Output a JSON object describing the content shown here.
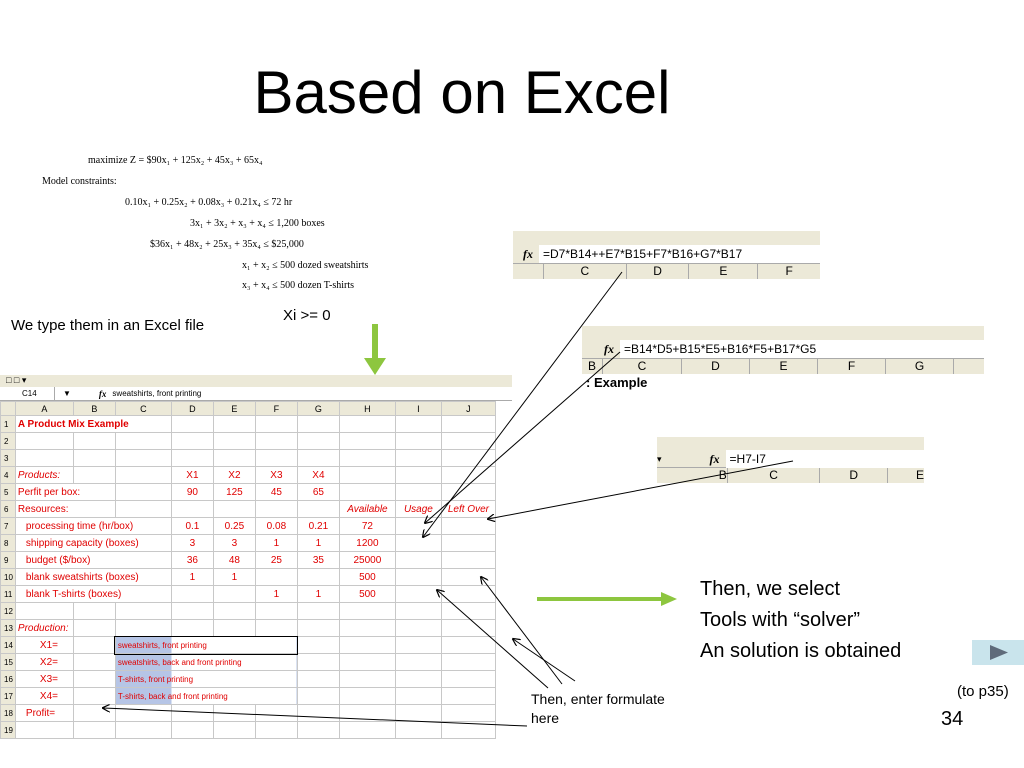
{
  "title": "Based on Excel",
  "model": {
    "objective": "maximize Z = $90x₁ + 125x₂ + 45x₃ + 65x₄",
    "constraints_label": "Model constraints:",
    "c1": "0.10x₁ + 0.25x₂ + 0.08x₃ + 0.21x₄ ≤ 72 hr",
    "c2": "3x₁ + 3x₂ + x₃ + x₄ ≤ 1,200 boxes",
    "c3": "$36x₁ + 48x₂ + 25x₃ + 35x₄ ≤ $25,000",
    "c4": "x₁ + x₂ ≤ 500 dozed sweatshirts",
    "c5": "x₃ + x₄ ≤ 500 dozen T-shirts",
    "nonneg": "Xi >= 0"
  },
  "note_left": "We type them in an Excel file",
  "pane1": {
    "formula": "=D7*B14++E7*B15+F7*B16+G7*B17",
    "cols": [
      "C",
      "D",
      "E",
      "F"
    ]
  },
  "pane2": {
    "formula": "=B14*D5+B15*E5+B16*F5+B17*G5",
    "cols": [
      "B",
      "C",
      "D",
      "E",
      "F",
      "G"
    ],
    "example": ": Example"
  },
  "pane3": {
    "formula": "=H7-I7",
    "cols": [
      "B",
      "C",
      "D",
      "E"
    ]
  },
  "right_text": {
    "l1": "Then, we select",
    "l2": "Tools with “solver”",
    "l3": "An solution is obtained"
  },
  "bottom_note": {
    "l1": "Then, enter formulate",
    "l2": "here"
  },
  "to_p35": "(to p35)",
  "page_number": "34",
  "sheet": {
    "name_box": "C14",
    "formula": "sweatshirts, front printing",
    "col_headers": [
      "A",
      "B",
      "C",
      "D",
      "E",
      "F",
      "G",
      "H",
      "I",
      "J"
    ],
    "rows": [
      "1",
      "2",
      "3",
      "4",
      "5",
      "6",
      "7",
      "8",
      "9",
      "10",
      "11",
      "12",
      "13",
      "14",
      "15",
      "16",
      "17",
      "18",
      "19"
    ],
    "r1": "A Product Mix Example",
    "r4": {
      "label": "Products:",
      "x1": "X1",
      "x2": "X2",
      "x3": "X3",
      "x4": "X4"
    },
    "r5": {
      "label": "Perfit per box:",
      "v1": "90",
      "v2": "125",
      "v3": "45",
      "v4": "65"
    },
    "r6": {
      "label": "Resources:",
      "avail": "Available",
      "usage": "Usage",
      "left": "Left Over"
    },
    "r7": {
      "label": "processing time (hr/box)",
      "v1": "0.1",
      "v2": "0.25",
      "v3": "0.08",
      "v4": "0.21",
      "h": "72"
    },
    "r8": {
      "label": "shipping capacity (boxes)",
      "v1": "3",
      "v2": "3",
      "v3": "1",
      "v4": "1",
      "h": "1200"
    },
    "r9": {
      "label": "budget ($/box)",
      "v1": "36",
      "v2": "48",
      "v3": "25",
      "v4": "35",
      "h": "25000"
    },
    "r10": {
      "label": "blank sweatshirts (boxes)",
      "v1": "1",
      "v2": "1",
      "h": "500"
    },
    "r11": {
      "label": "blank T-shirts (boxes)",
      "v3": "1",
      "v4": "1",
      "h": "500"
    },
    "r13": "Production:",
    "r14": {
      "label": "X1=",
      "desc": "sweatshirts, front printing"
    },
    "r15": {
      "label": "X2=",
      "desc": "sweatshirts, back and front printing"
    },
    "r16": {
      "label": "X3=",
      "desc": "T-shirts, front printing"
    },
    "r17": {
      "label": "X4=",
      "desc": "T-shirts, back and front printing"
    },
    "r18": "Profit="
  }
}
